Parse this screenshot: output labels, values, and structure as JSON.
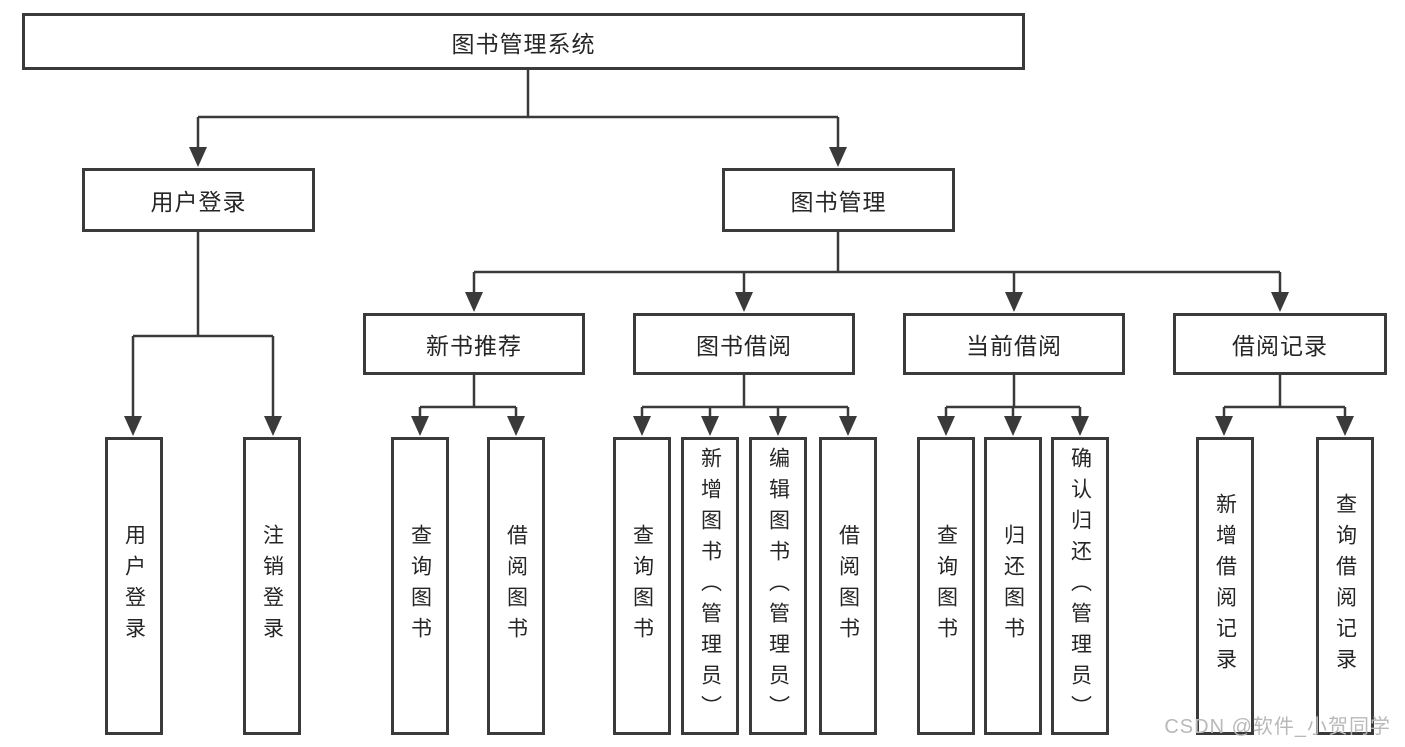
{
  "tree": {
    "root": {
      "label": "图书管理系统"
    },
    "branches": [
      {
        "label": "用户登录",
        "children": [
          {
            "label": "用户登录"
          },
          {
            "label": "注销登录"
          }
        ]
      },
      {
        "label": "图书管理",
        "children": [
          {
            "label": "新书推荐",
            "children": [
              {
                "label": "查询图书"
              },
              {
                "label": "借阅图书"
              }
            ]
          },
          {
            "label": "图书借阅",
            "children": [
              {
                "label": "查询图书"
              },
              {
                "label": "新增图书（管理员）"
              },
              {
                "label": "编辑图书（管理员）"
              },
              {
                "label": "借阅图书"
              }
            ]
          },
          {
            "label": "当前借阅",
            "children": [
              {
                "label": "查询图书"
              },
              {
                "label": "归还图书"
              },
              {
                "label": "确认归还（管理员）"
              }
            ]
          },
          {
            "label": "借阅记录",
            "children": [
              {
                "label": "新增借阅记录"
              },
              {
                "label": "查询借阅记录"
              }
            ]
          }
        ]
      }
    ]
  },
  "watermark": {
    "text": "CSDN @软件_小贺同学"
  },
  "colors": {
    "line": "#3a3a3a",
    "box_border": "#3a3a3a",
    "text": "#262626",
    "background": "#ffffff",
    "watermark": "#b9b9b9"
  }
}
